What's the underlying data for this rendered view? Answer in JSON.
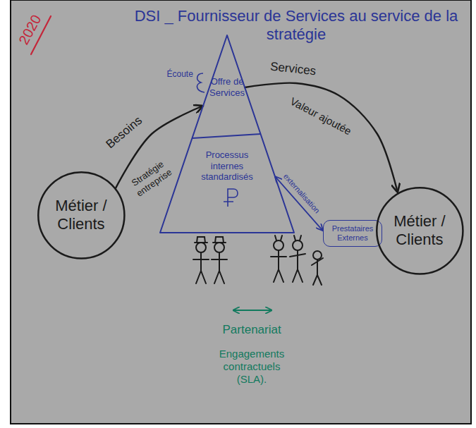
{
  "diagram": {
    "title": "DSI _ Fournisseur de Services au service de la stratégie",
    "nodes": [
      {
        "text": [
          "Métier / Clients"
        ]
      },
      {
        "text": [
          "Offre de Services",
          "Processus internes standardisés"
        ]
      },
      {
        "text": [
          "Prestataires Externes"
        ]
      },
      {
        "text": [
          "Métier / Clients"
        ]
      }
    ],
    "edges": [
      {
        "from": 0,
        "to": 1,
        "arrow": "to",
        "label": "Besoins"
      },
      {
        "from": 1,
        "to": 3,
        "arrow": "to",
        "label": "Services"
      },
      {
        "from": 1,
        "to": 2,
        "arrow": "both",
        "label": "externalisation"
      }
    ],
    "labels": [
      "2020",
      "Écoute",
      "Stratégie entreprise",
      "Valeur ajoutée",
      "Partenariat",
      "Engagements contractuels (SLA)."
    ]
  }
}
